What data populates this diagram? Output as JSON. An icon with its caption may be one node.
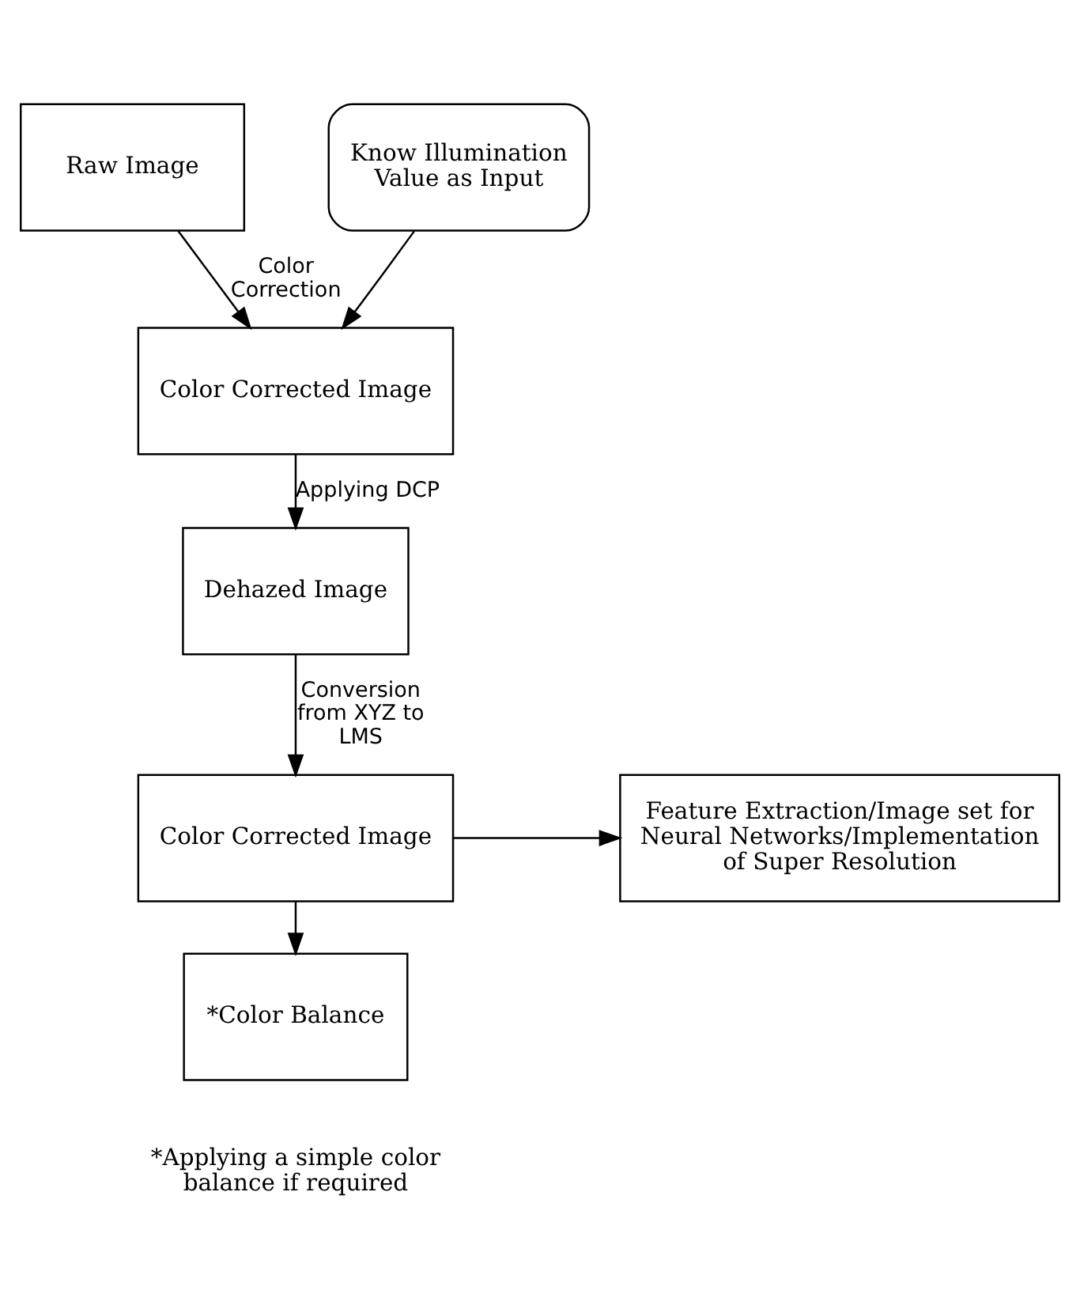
{
  "diagram": {
    "nodes": [
      {
        "text": [
          "Raw Image"
        ]
      },
      {
        "text": [
          "Know Illumination Value as Input"
        ]
      },
      {
        "text": [
          "Color Corrected Image"
        ]
      },
      {
        "text": [
          "Dehazed Image"
        ]
      },
      {
        "text": [
          "Color Corrected Image"
        ]
      },
      {
        "text": [
          "Feature Extraction/Image set for Neural Networks/Implementation of Super Resolution"
        ]
      },
      {
        "text": [
          "*Color Balance"
        ],
        "beside": [
          "*Applying a simple color balance if required"
        ]
      }
    ],
    "edges": [
      {
        "from": 0,
        "to": 2,
        "arrow": "to",
        "label": "Color Correction"
      },
      {
        "from": 1,
        "to": 2,
        "arrow": "to"
      },
      {
        "from": 2,
        "to": 3,
        "arrow": "to",
        "label": "Applying DCP"
      },
      {
        "from": 3,
        "to": 4,
        "arrow": "to",
        "label": "Conversion from XYZ to LMS"
      },
      {
        "from": 4,
        "to": 6,
        "arrow": "to"
      },
      {
        "from": 4,
        "to": 5,
        "arrow": "to"
      }
    ]
  }
}
